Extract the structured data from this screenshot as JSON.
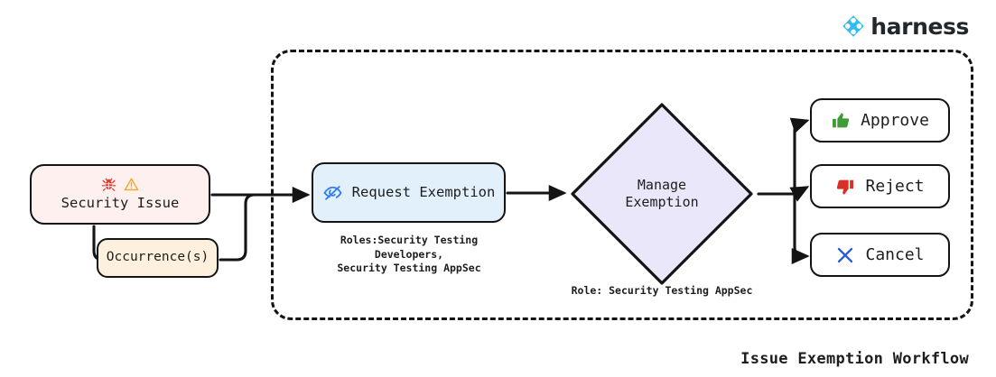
{
  "brand": {
    "name": "harness",
    "logo_icon": "harness-diamond-icon",
    "accent_color": "#32bbf0"
  },
  "diagram": {
    "title": "Issue Exemption Workflow",
    "type": "flowchart",
    "background": "#ffffff",
    "stroke_color": "#141414"
  },
  "group": {
    "name": "exemption-workflow-group",
    "border_style": "dashed"
  },
  "nodes": {
    "security_issue": {
      "label": "Security Issue",
      "fill": "#fdf0ee",
      "icons": [
        "bug-icon",
        "warning-triangle-icon"
      ],
      "bug_color": "#e8382c",
      "warning_color": "#f5a623"
    },
    "occurrences": {
      "label": "Occurrence(s)",
      "fill": "#fdf0dd"
    },
    "request_exemption": {
      "label": "Request Exemption",
      "fill": "#e2f0fb",
      "icon": "eye-slash-icon",
      "icon_color": "#2f7df0",
      "caption": "Roles:Security Testing Developers,\nSecurity Testing AppSec"
    },
    "manage_exemption": {
      "label": "Manage\nExemption",
      "fill": "#eae7fb",
      "shape": "diamond",
      "caption": "Role: Security Testing AppSec"
    },
    "approve": {
      "label": "Approve",
      "fill": "#ffffff",
      "icon": "thumbs-up-icon",
      "icon_color": "#3f9c35"
    },
    "reject": {
      "label": "Reject",
      "fill": "#ffffff",
      "icon": "thumbs-down-icon",
      "icon_color": "#d93025"
    },
    "cancel": {
      "label": "Cancel",
      "fill": "#ffffff",
      "icon": "x-cross-icon",
      "icon_color": "#2a5bd7"
    }
  }
}
